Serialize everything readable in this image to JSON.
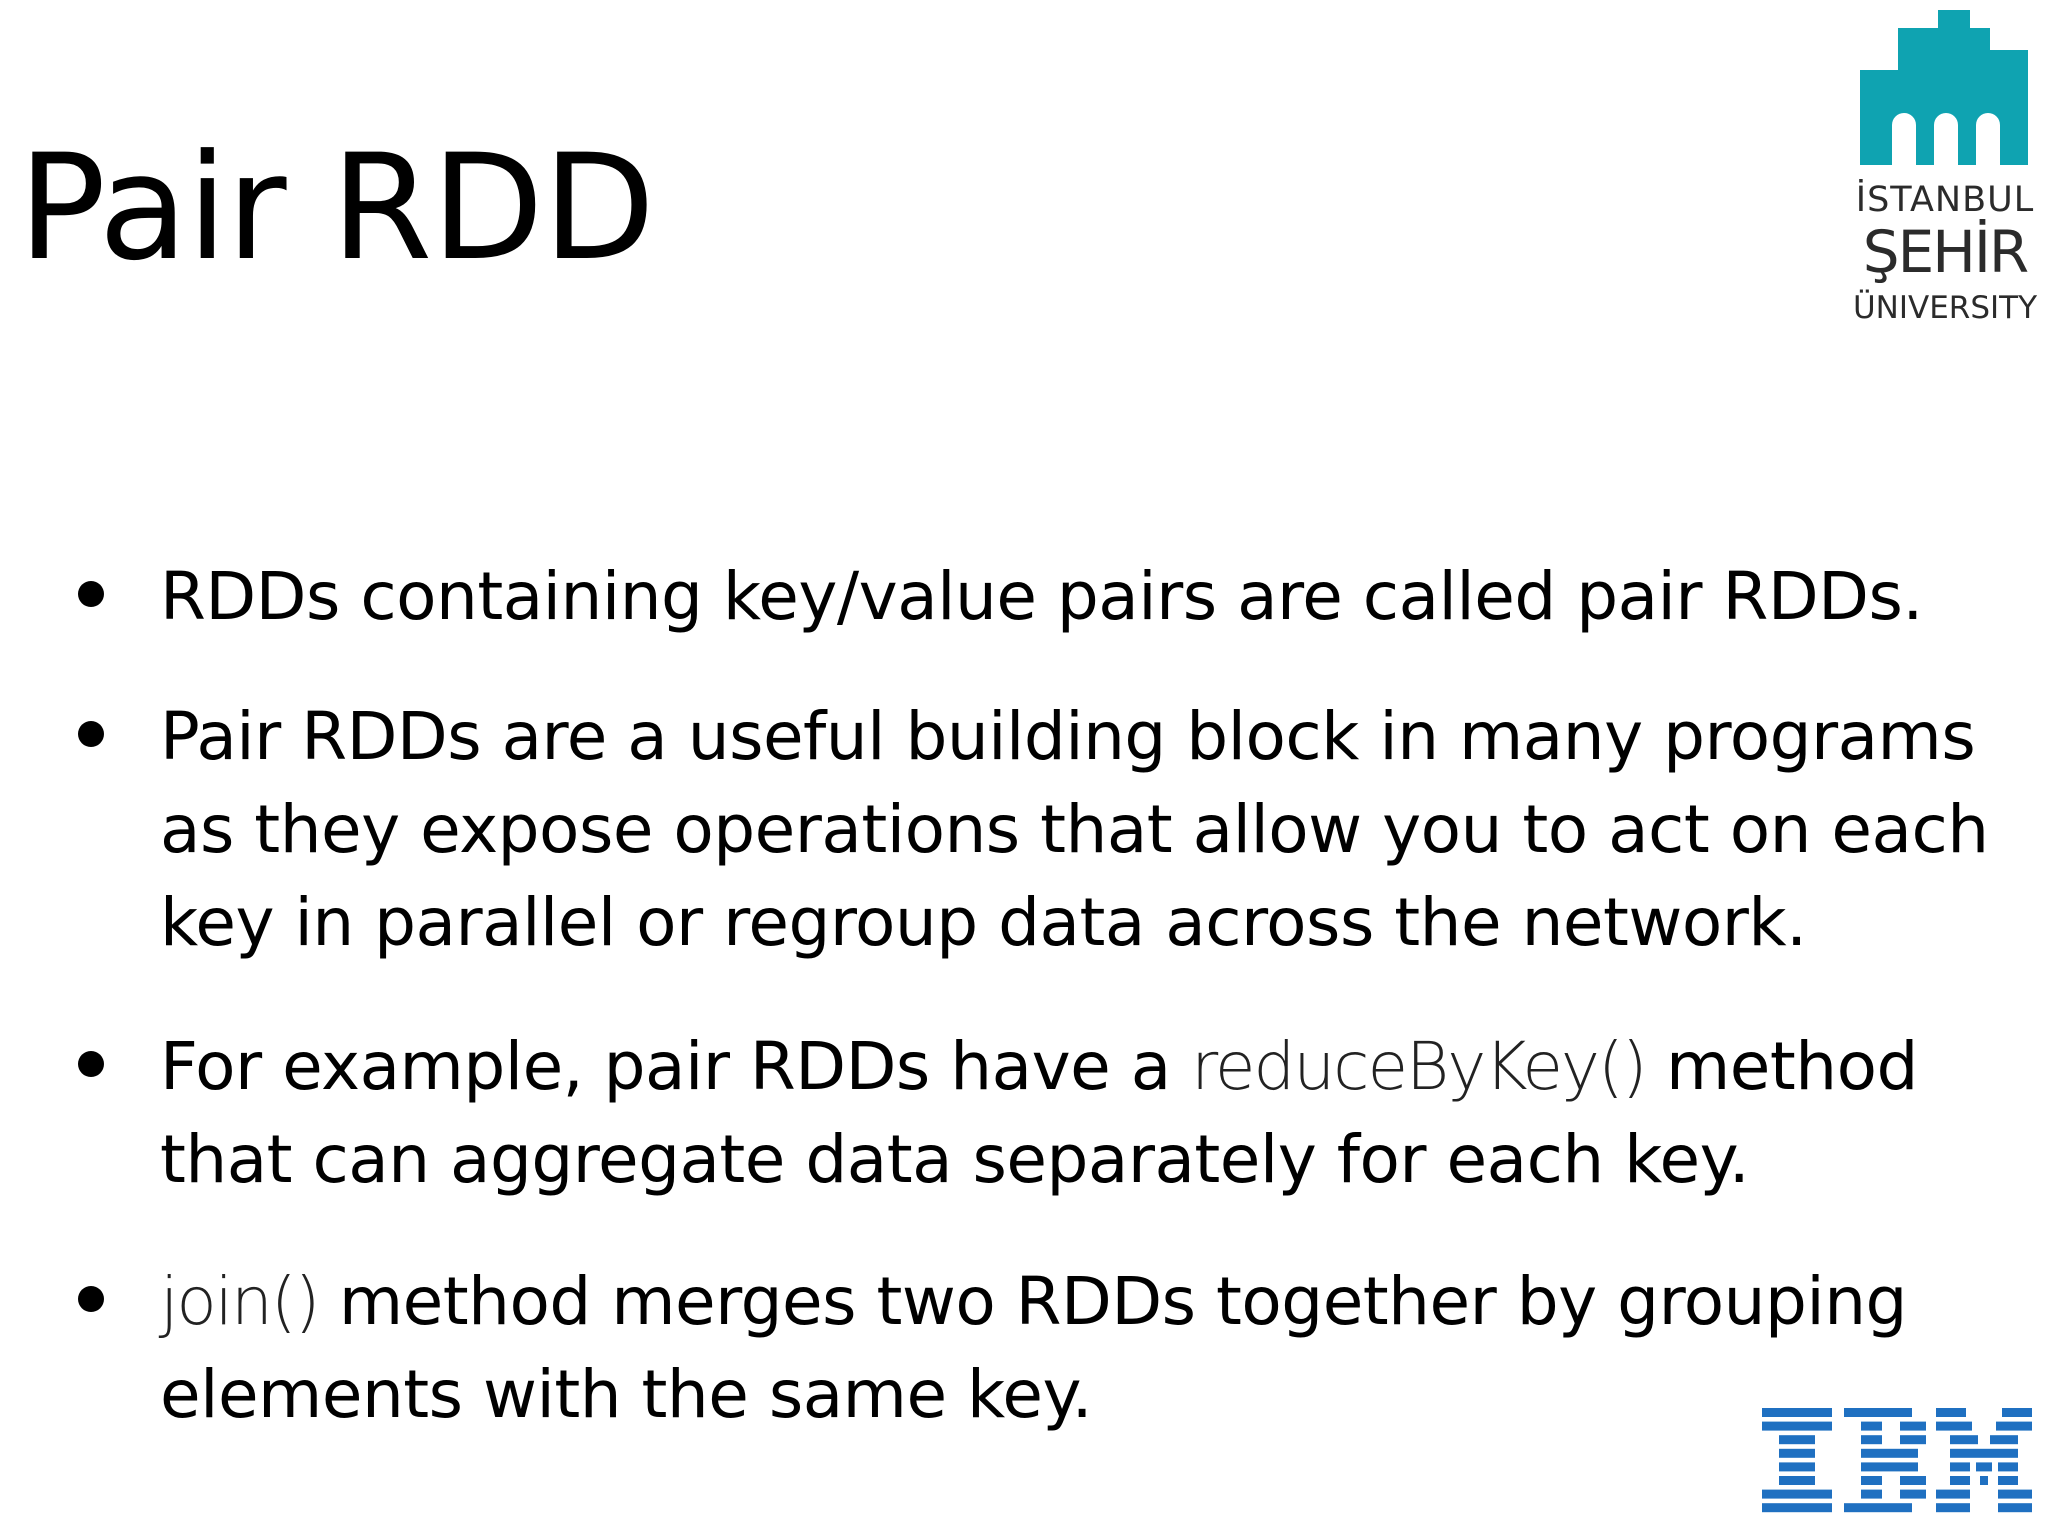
{
  "slide": {
    "title": "Pair RDD"
  },
  "bullets": [
    {
      "lines": [
        [
          "RDDs containing key/value pairs are called pair RDDs."
        ]
      ]
    },
    {
      "lines": [
        [
          "Pair RDDs are a useful building block in many programs"
        ],
        [
          "as they expose operations that allow you to act on each"
        ],
        [
          "key in parallel or regroup data across the network."
        ]
      ]
    },
    {
      "lines": [
        [
          "For example, pair RDDs have a ",
          "reduceByKey()",
          " method"
        ],
        [
          "that can aggregate data separately for each key."
        ]
      ]
    },
    {
      "lines": [
        [
          "join()",
          " method merges two RDDs together by grouping"
        ],
        [
          "elements with the same key."
        ]
      ]
    }
  ],
  "logos": {
    "university": {
      "line1": "İSTANBUL",
      "line2": "ŞEHİR",
      "line3": "ÜNIVERSITY",
      "color": "#0fa3b1"
    },
    "ibm": {
      "text": "IBM",
      "color": "#1f70c1"
    }
  }
}
